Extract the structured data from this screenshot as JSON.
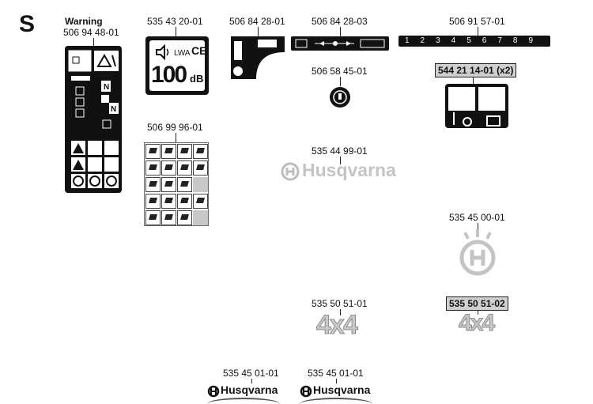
{
  "section": "S",
  "parts": {
    "warning_label": {
      "title": "Warning",
      "number": "506 94 48-01"
    },
    "db_label": {
      "number": "535 43 20-01",
      "lwa": "LWA",
      "ce": "CE",
      "db_value": "100",
      "db_unit": "dB"
    },
    "decal_2801": {
      "number": "506 84 28-01"
    },
    "decal_2803": {
      "number": "506 84 28-03"
    },
    "scale_decal": {
      "number": "506 91 57-01",
      "ticks": [
        "1",
        "2",
        "3",
        "4",
        "5",
        "6",
        "7",
        "8",
        "9"
      ]
    },
    "knob": {
      "number": "506 58 45-01"
    },
    "pictogram_x2": {
      "number": "544 21 14-01 (x2)"
    },
    "sheet": {
      "number": "506 99 96-01"
    },
    "husqvarna_logo": {
      "number": "535 44 99-01",
      "text": "Husqvarna"
    },
    "crown_logo": {
      "number": "535 45 00-01"
    },
    "badge_4x4_a": {
      "number": "535 50 51-01",
      "text": "4x4"
    },
    "badge_4x4_b": {
      "number": "535 50 51-02",
      "text": "4x4"
    },
    "strip_logo_a": {
      "number": "535 45 01-01",
      "text": "Husqvarna"
    },
    "strip_logo_b": {
      "number": "535 45 01-01",
      "text": "Husqvarna"
    }
  }
}
